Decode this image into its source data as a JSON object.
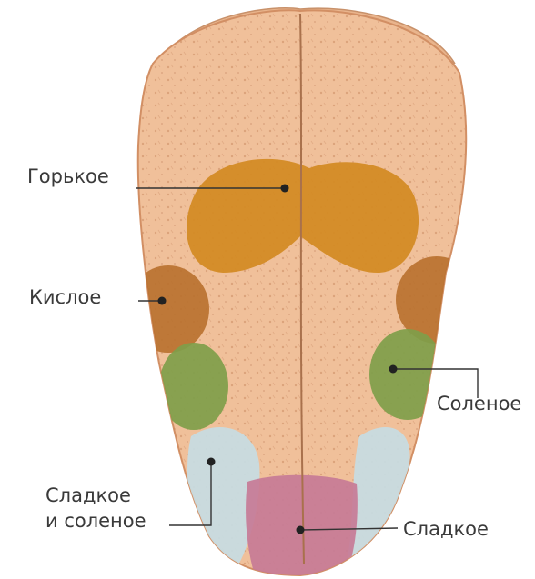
{
  "colors": {
    "background": "#ffffff",
    "tongue": "#f0c09a",
    "tongue_edge": "#d28f64",
    "bitter": "#d38a22",
    "sour": "#b8702e",
    "salty": "#7f9e4a",
    "sweet_salty": "#c7dbe0",
    "sweet": "#c77b96",
    "leader": "#333333",
    "text": "#3a3a3a"
  },
  "labels": {
    "bitter": "Горькое",
    "sour": "Кислое",
    "salty": "Соленое",
    "sweet_salty_line1": "Сладкое",
    "sweet_salty_line2": "и соленое",
    "sweet": "Сладкое"
  }
}
